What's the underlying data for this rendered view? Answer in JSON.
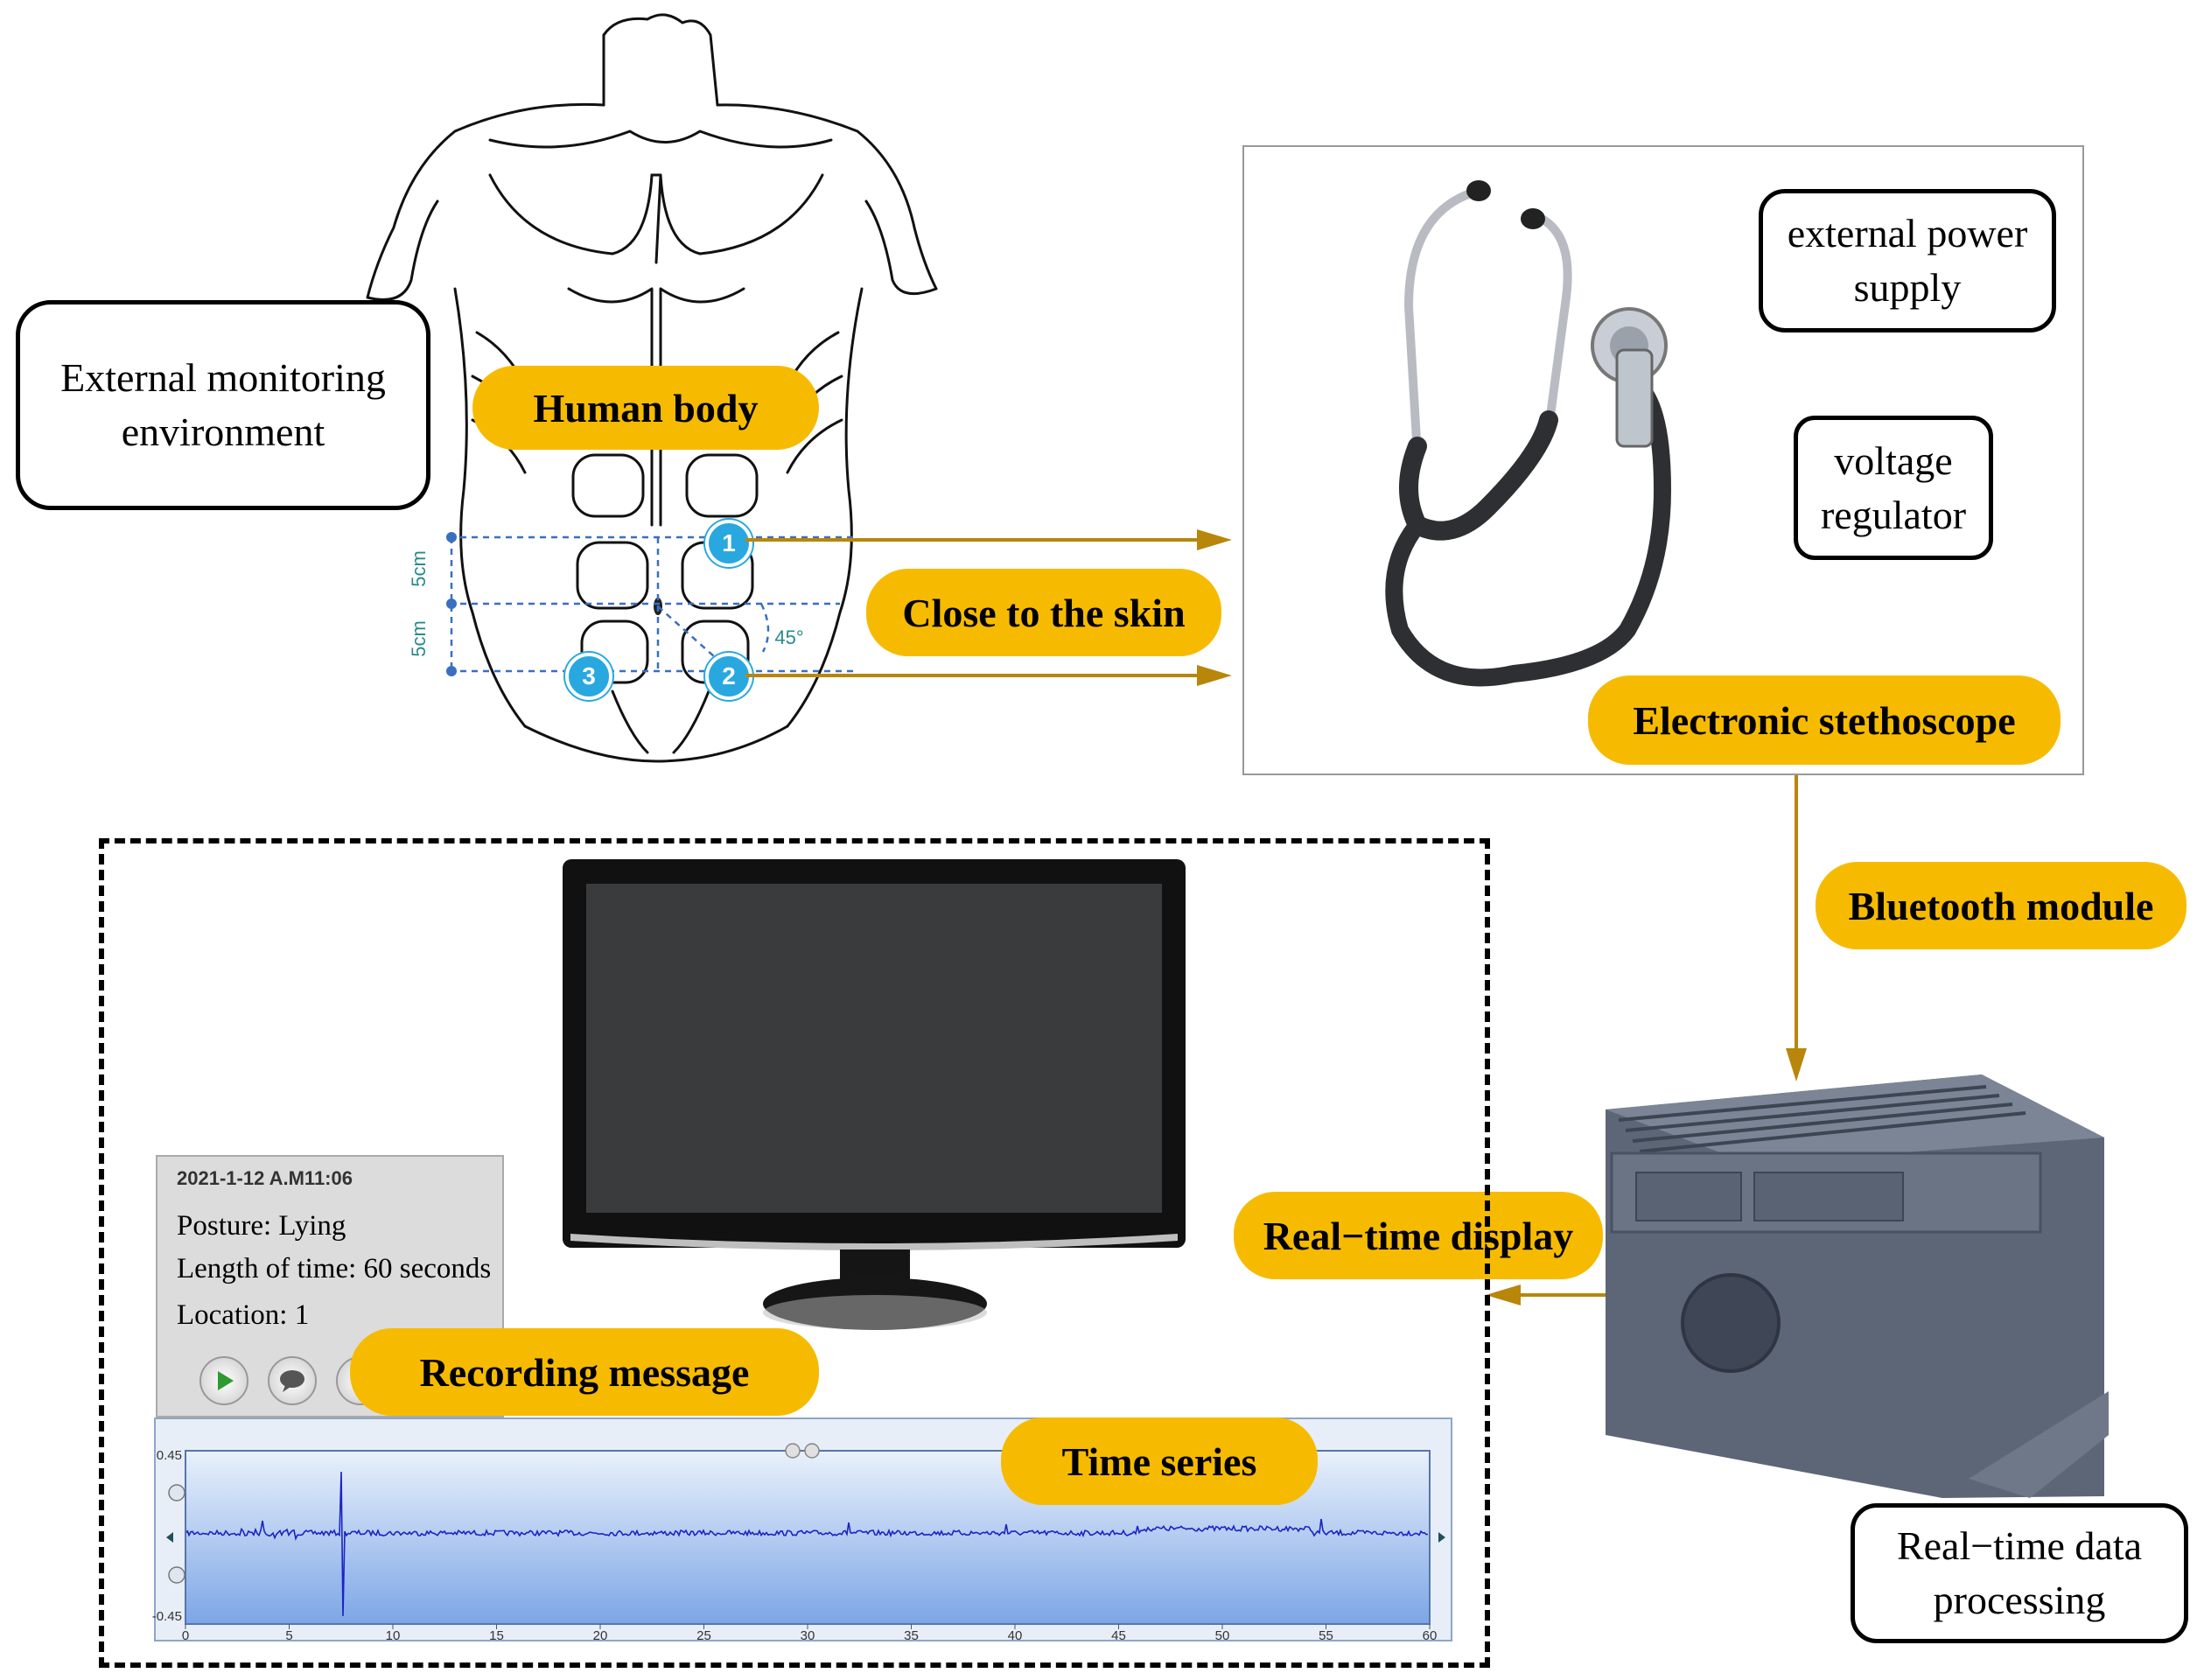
{
  "labels": {
    "external_env": "External monitoring environment",
    "human_body": "Human body",
    "close_skin": "Close to the skin",
    "power_supply": "external power supply",
    "voltage_regulator": "voltage regulator",
    "stethoscope": "Electronic stethoscope",
    "bluetooth": "Bluetooth module",
    "realtime_display": "Real−time display",
    "realtime_processing": "Real−time data processing",
    "recording_message": "Recording message",
    "time_series": "Time series"
  },
  "body_markers": {
    "dim_top": "5cm",
    "dim_bottom": "5cm",
    "angle": "45°",
    "points": [
      "1",
      "2",
      "3"
    ]
  },
  "recording_panel": {
    "datetime": "2021-1-12  A.M11:06",
    "posture": "Posture: Lying",
    "length": "Length of time: 60 seconds",
    "location": "Location: 1"
  },
  "time_series": {
    "y_max": "0.45",
    "y_min": "-0.45",
    "x_ticks": [
      "0",
      "5",
      "10",
      "15",
      "20",
      "25",
      "30",
      "35",
      "40",
      "45",
      "50",
      "55",
      "60"
    ]
  },
  "colors": {
    "pill": "#f6bb00",
    "arrow_gold": "#b8860b",
    "arrow_blue": "#3f63b0",
    "marker": "#29a8e0"
  }
}
